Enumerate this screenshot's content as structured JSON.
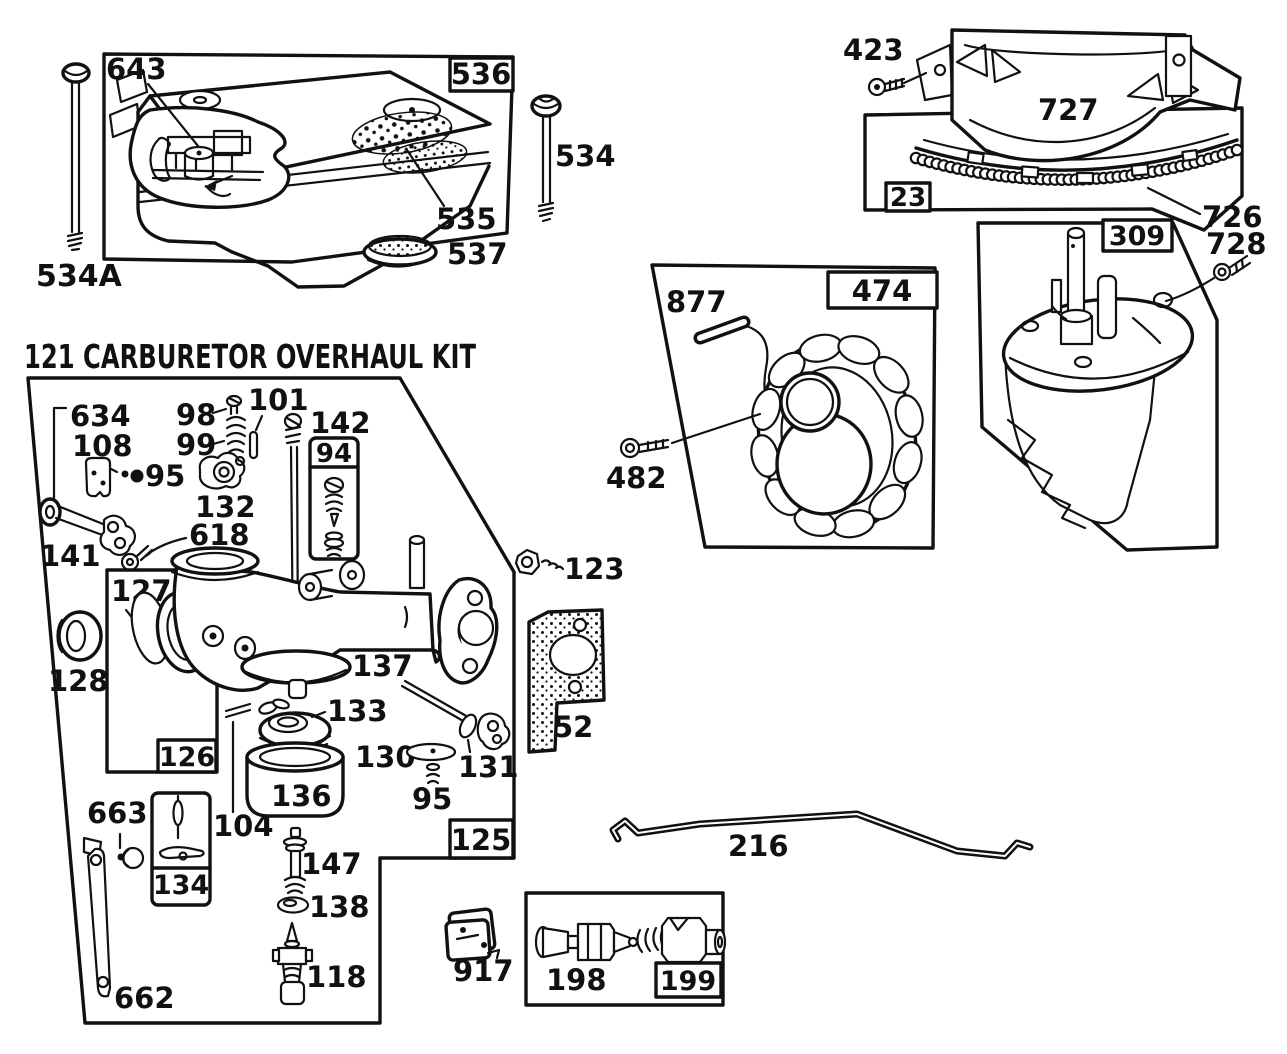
{
  "colors": {
    "ink": "#111111",
    "paper": "#ffffff"
  },
  "title": "121 CARBURETOR OVERHAUL KIT",
  "labels": {
    "643": "643",
    "536": "536",
    "534A": "534A",
    "534": "534",
    "535": "535",
    "537": "537",
    "423": "423",
    "727": "727",
    "23": "23",
    "726": "726",
    "728": "728",
    "877": "877",
    "474": "474",
    "482": "482",
    "309": "309",
    "634": "634",
    "108": "108",
    "98": "98",
    "99": "99",
    "101": "101",
    "95_upper": "95",
    "132": "132",
    "618": "618",
    "141": "141",
    "142": "142",
    "94": "94",
    "127": "127",
    "128": "128",
    "126": "126",
    "137": "137",
    "133": "133",
    "136": "136",
    "130": "130",
    "131": "131",
    "95_lower": "95",
    "104": "104",
    "123": "123",
    "52": "52",
    "125": "125",
    "663": "663",
    "134": "134",
    "662": "662",
    "147": "147",
    "138": "138",
    "118": "118",
    "917": "917",
    "198": "198",
    "199": "199",
    "216": "216"
  }
}
